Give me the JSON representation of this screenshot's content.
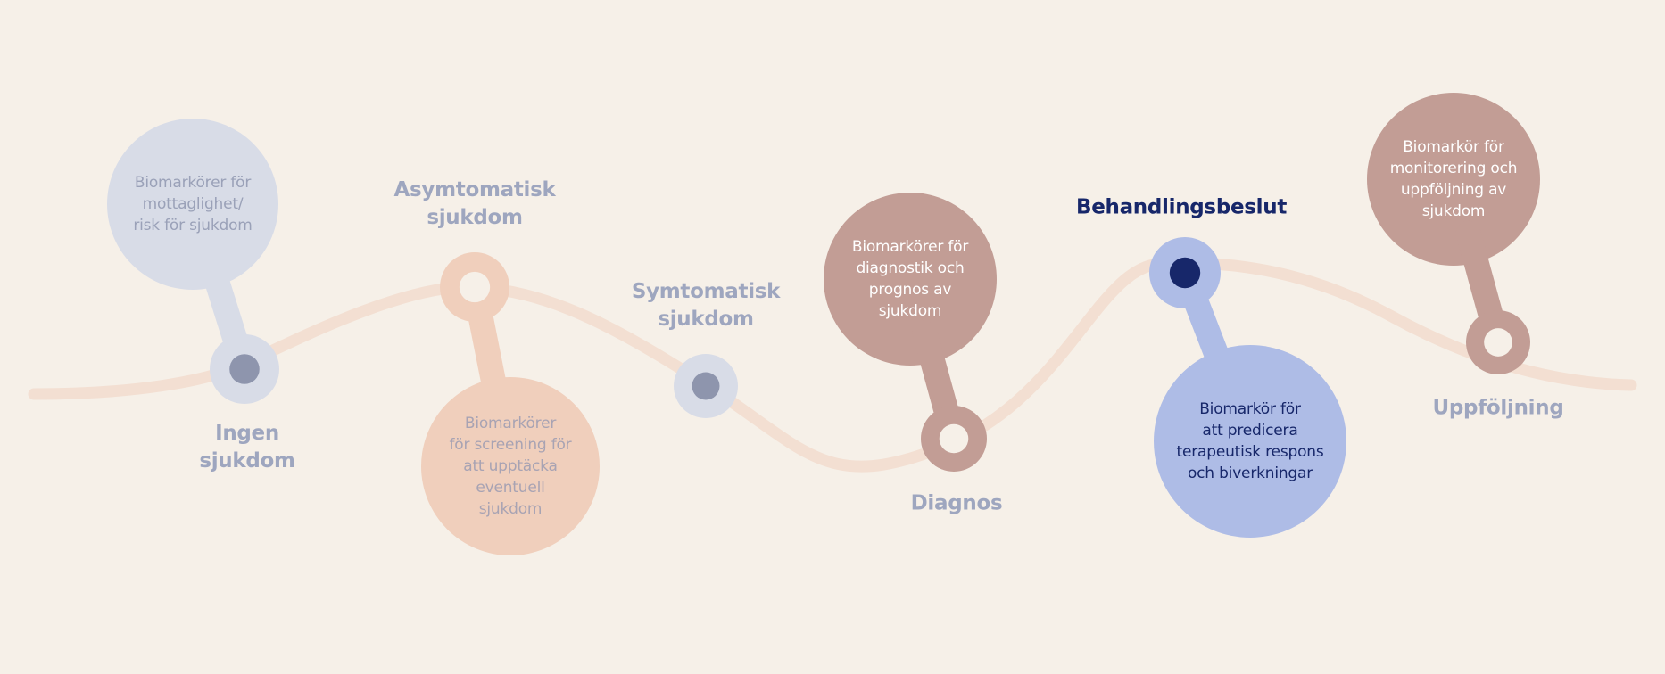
{
  "colors": {
    "background": "#f6f0e8",
    "path": "#f3dfd2",
    "lavender": "#d8dce7",
    "lavender_text": "#9aa1b8",
    "peach": "#f0cfbc",
    "peach_text": "#a8a3b3",
    "mauve": "#c29d95",
    "mauve_text": "#ffffff",
    "periwinkle": "#aebce6",
    "periwinkle_text": "#17276a",
    "label": "#9ea6bf",
    "label_active": "#17276a",
    "node_gray": "#8e95ad",
    "node_navy": "#17276a"
  },
  "stages": [
    {
      "id": "ingen",
      "label": "Ingen\nsjukdom",
      "active": false,
      "bubble_text": "Biomarkörer för\nmottaglighet/\nrisk för sjukdom",
      "bubble_color": "lavender",
      "node_style": "filled-dot"
    },
    {
      "id": "asymtomatisk",
      "label": "Asymtomatisk\nsjukdom",
      "active": false,
      "bubble_text": "Biomarkörer\nför screening för\natt upptäcka\neventuell\nsjukdom",
      "bubble_color": "peach",
      "node_style": "ring"
    },
    {
      "id": "symtomatisk",
      "label": "Symtomatisk\nsjukdom",
      "active": false,
      "bubble_text": "",
      "bubble_color": "lavender",
      "node_style": "filled-dot"
    },
    {
      "id": "diagnos",
      "label": "Diagnos",
      "active": false,
      "bubble_text": "Biomarkörer för\ndiagnostik och\nprognos av\nsjukdom",
      "bubble_color": "mauve",
      "node_style": "ring"
    },
    {
      "id": "behandlingsbeslut",
      "label": "Behandlingsbeslut",
      "active": true,
      "bubble_text": "Biomarkör för\natt predicera\nterapeutisk respons\noch biverkningar",
      "bubble_color": "periwinkle",
      "node_style": "navy-dot"
    },
    {
      "id": "uppfoljning",
      "label": "Uppföljning",
      "active": false,
      "bubble_text": "Biomarkör för\nmonitorering och\nuppföljning av\nsjukdom",
      "bubble_color": "mauve",
      "node_style": "ring"
    }
  ]
}
